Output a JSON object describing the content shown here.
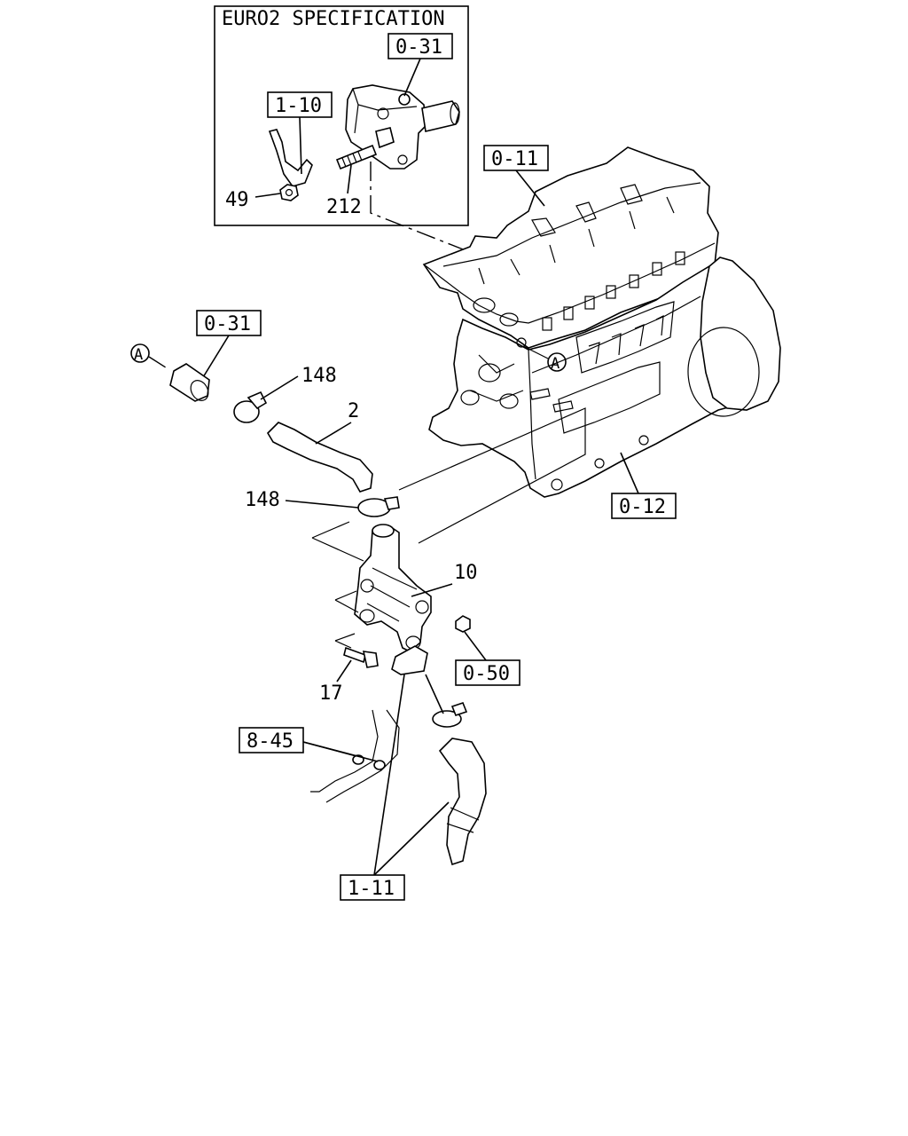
{
  "inset": {
    "title": "EURO2 SPECIFICATION"
  },
  "refs": {
    "r031_top": "0-31",
    "r110": "1-10",
    "r011": "0-11",
    "r031_left": "0-31",
    "r012": "0-12",
    "r050": "0-50",
    "r845": "8-45",
    "r111": "1-11"
  },
  "parts": {
    "p49": "49",
    "p212": "212",
    "p148_top": "148",
    "p2": "2",
    "p148_mid": "148",
    "p10": "10",
    "p17": "17"
  },
  "markers": {
    "a_left": "A",
    "a_engine": "A"
  }
}
